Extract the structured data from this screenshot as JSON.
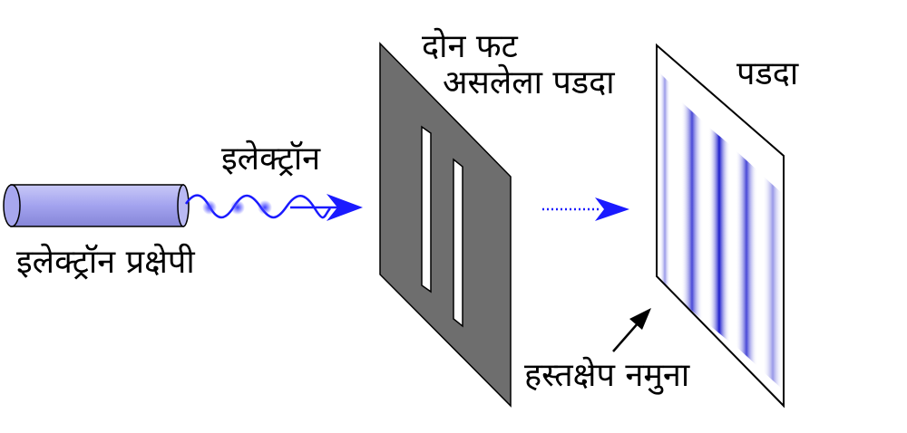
{
  "labels": {
    "electron": "इलेक्ट्रॉन",
    "electron_gun": "इलेक्ट्रॉन प्रक्षेपी",
    "double_slit_line1": "दोन फट",
    "double_slit_line2": "असलेला पडदा",
    "screen": "पडदा",
    "interference_pattern": "हस्तक्षेप नमुना"
  },
  "colors": {
    "beam": "#1a1aff",
    "gun_fill": "#a9a9f0",
    "slit_plate": "#6e6e6e",
    "fringe": "#1a1acc",
    "outline": "#000000",
    "background": "#ffffff"
  },
  "icons": [
    "electron-gun-icon",
    "wave-icon",
    "arrow-icon",
    "slit-plate-icon",
    "screen-icon"
  ]
}
